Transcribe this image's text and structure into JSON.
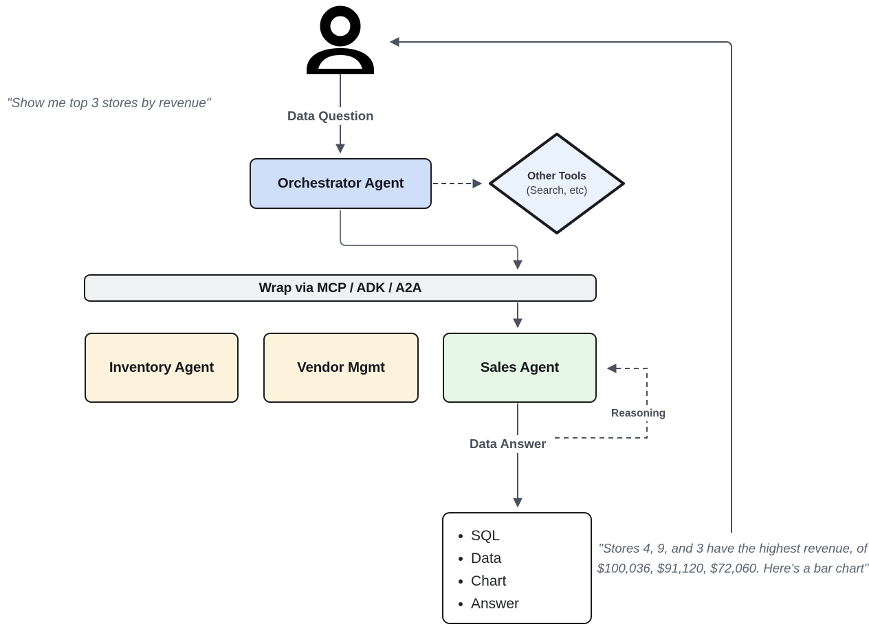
{
  "diagram": {
    "title": "Multi-agent data question orchestration flow",
    "actor": {
      "icon": "user-person-icon",
      "quote": "\"Show me top 3 stores by revenue\""
    },
    "nodes": {
      "orchestrator": {
        "label": "Orchestrator Agent",
        "fill": "#cfdffa"
      },
      "other_tools": {
        "label": "Other Tools",
        "sublabel": "(Search, etc)",
        "fill": "#eaf2fe"
      },
      "mcp_bar": {
        "label": "Wrap via MCP / ADK / A2A",
        "fill": "#f0f1f3"
      },
      "inventory": {
        "label": "Inventory Agent",
        "fill": "#fdf3dd"
      },
      "vendor": {
        "label": "Vendor Mgmt",
        "fill": "#fdf3dd"
      },
      "sales": {
        "label": "Sales Agent",
        "fill": "#e6f7e5"
      }
    },
    "edges": {
      "data_question": "Data Question",
      "data_answer": "Data Answer",
      "reasoning": "Reasoning"
    },
    "output_box": {
      "items": [
        "SQL",
        "Data",
        "Chart",
        "Answer"
      ]
    },
    "final_answer": "\"Stores 4, 9, and 3 have the highest revenue, of $100,036, $91,120, $72,060. Here's a bar chart\"",
    "colors": {
      "stroke": "#1b1b1f",
      "wire": "#4b515e",
      "text": "#16181d",
      "muted_text": "#5a6270"
    }
  }
}
